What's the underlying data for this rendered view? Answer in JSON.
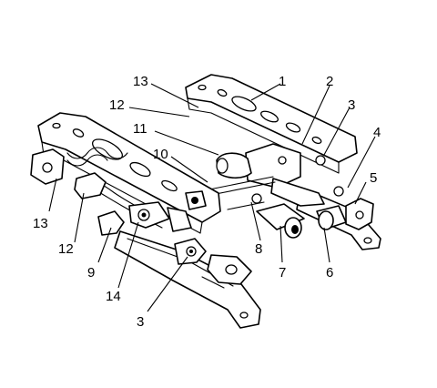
{
  "callouts": [
    {
      "id": "c13a",
      "text": "13"
    },
    {
      "id": "c1",
      "text": "1"
    },
    {
      "id": "c2",
      "text": "2"
    },
    {
      "id": "c3a",
      "text": "3"
    },
    {
      "id": "c12a",
      "text": "12"
    },
    {
      "id": "c11",
      "text": "11"
    },
    {
      "id": "c4",
      "text": "4"
    },
    {
      "id": "c10",
      "text": "10"
    },
    {
      "id": "c5",
      "text": "5"
    },
    {
      "id": "c13b",
      "text": "13"
    },
    {
      "id": "c12b",
      "text": "12"
    },
    {
      "id": "c9",
      "text": "9"
    },
    {
      "id": "c14",
      "text": "14"
    },
    {
      "id": "c8",
      "text": "8"
    },
    {
      "id": "c7",
      "text": "7"
    },
    {
      "id": "c6",
      "text": "6"
    },
    {
      "id": "c3b",
      "text": "3"
    }
  ]
}
